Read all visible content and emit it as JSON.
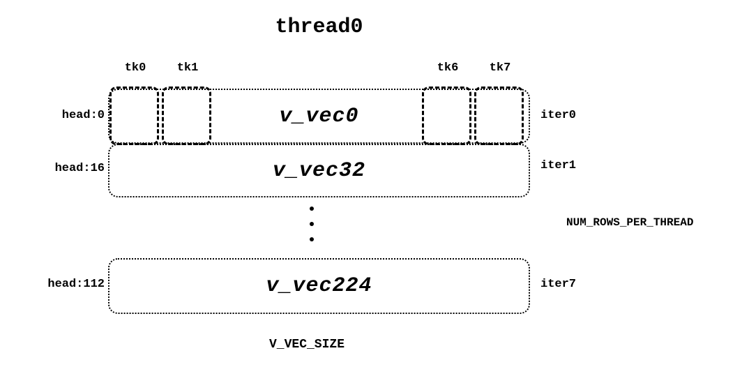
{
  "diagram": {
    "title": "thread0",
    "tk_labels": [
      "tk0",
      "tk1",
      "tk6",
      "tk7"
    ],
    "rows": [
      {
        "head": "head:0",
        "vec": "v_vec0",
        "iter": "iter0"
      },
      {
        "head": "head:16",
        "vec": "v_vec32",
        "iter": "iter1"
      },
      {
        "head": "head:112",
        "vec": "v_vec224",
        "iter": "iter7"
      }
    ],
    "right_label": "NUM_ROWS_PER_THREAD",
    "bottom_label": "V_VEC_SIZE",
    "colors": {
      "ink": "#000000",
      "background": "#ffffff"
    }
  }
}
